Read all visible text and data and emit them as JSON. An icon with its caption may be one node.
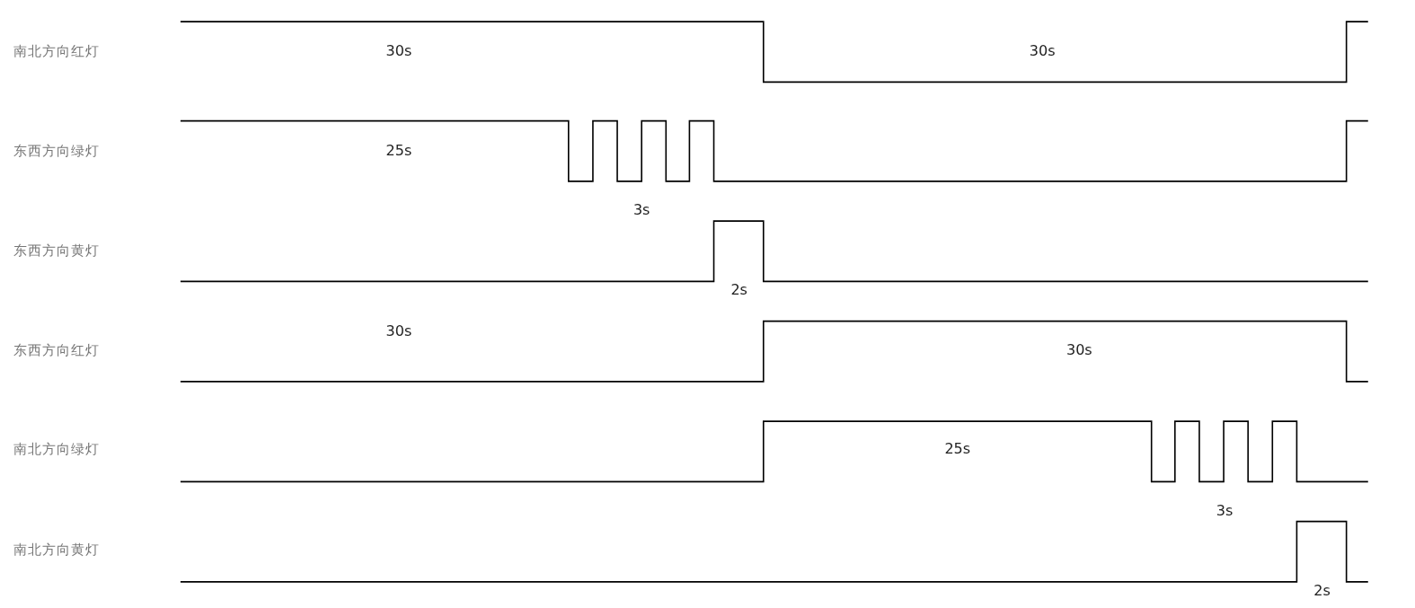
{
  "diagram": {
    "labels": [
      "南北方向红灯",
      "30s",
      "30s",
      "东西方向绿灯",
      "25s",
      "3s",
      "东西方向黄灯",
      "2s",
      "东西方向红灯",
      "30s",
      "30s",
      "南北方向绿灯",
      "25s",
      "3s",
      "南北方向黄灯",
      "2s"
    ]
  }
}
